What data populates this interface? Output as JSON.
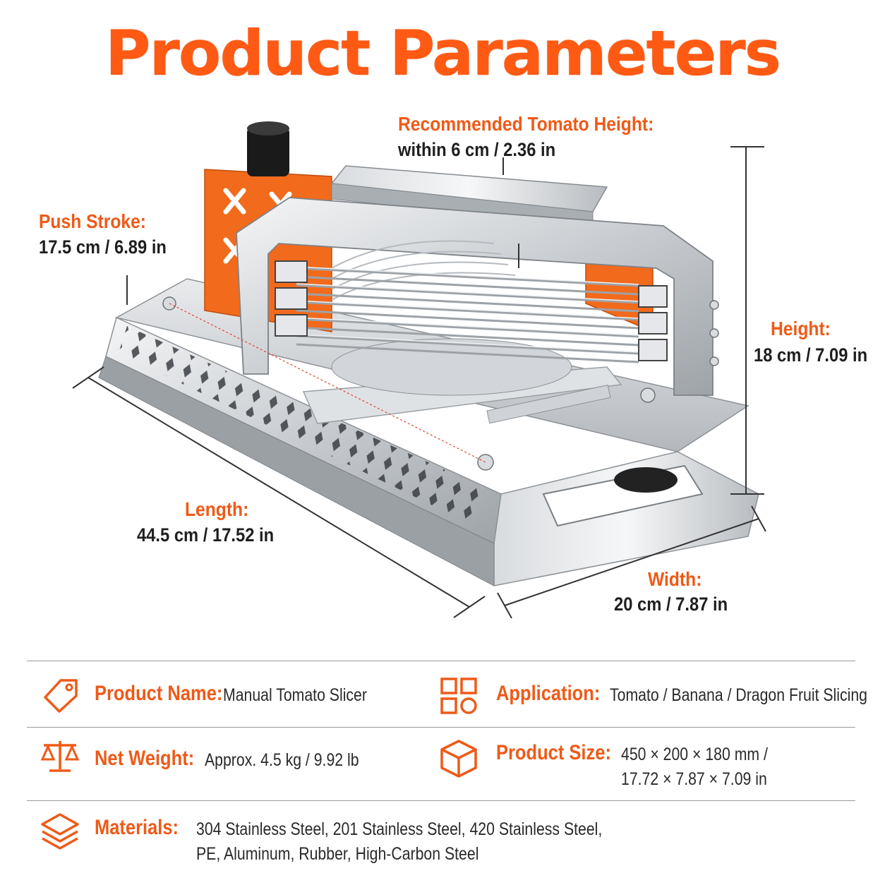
{
  "title": "Product Parameters",
  "dimensions": {
    "tomato_height": {
      "label": "Recommended Tomato Height:",
      "value": "within 6 cm / 2.36 in"
    },
    "push_stroke": {
      "label": "Push Stroke:",
      "value": "17.5 cm / 6.89 in"
    },
    "height": {
      "label": "Height:",
      "value": "18 cm / 7.09 in"
    },
    "length": {
      "label": "Length:",
      "value": "44.5 cm / 17.52 in"
    },
    "width": {
      "label": "Width:",
      "value": "20 cm / 7.87 in"
    }
  },
  "specs": {
    "product_name": {
      "label": "Product Name:",
      "value": "Manual Tomato Slicer",
      "icon": "price-tag-icon"
    },
    "application": {
      "label": "Application:",
      "value": "Tomato / Banana / Dragon Fruit Slicing",
      "icon": "grid-shapes-icon"
    },
    "net_weight": {
      "label": "Net Weight:",
      "value": "Approx. 4.5 kg / 9.92 lb",
      "icon": "balance-scale-icon"
    },
    "product_size": {
      "label": "Product Size:",
      "value_line1": "450 × 200 × 180 mm /",
      "value_line2": "17.72 × 7.87 × 7.09 in",
      "icon": "cube-icon"
    },
    "materials": {
      "label": "Materials:",
      "value_line1": "304 Stainless Steel, 201 Stainless Steel, 420 Stainless Steel,",
      "value_line2": "PE, Aluminum, Rubber, High-Carbon Steel",
      "icon": "layers-icon"
    }
  },
  "colors": {
    "accent": "#ee5a18",
    "steel": "#c8ccd0",
    "orange_panel": "#f26a1b"
  }
}
